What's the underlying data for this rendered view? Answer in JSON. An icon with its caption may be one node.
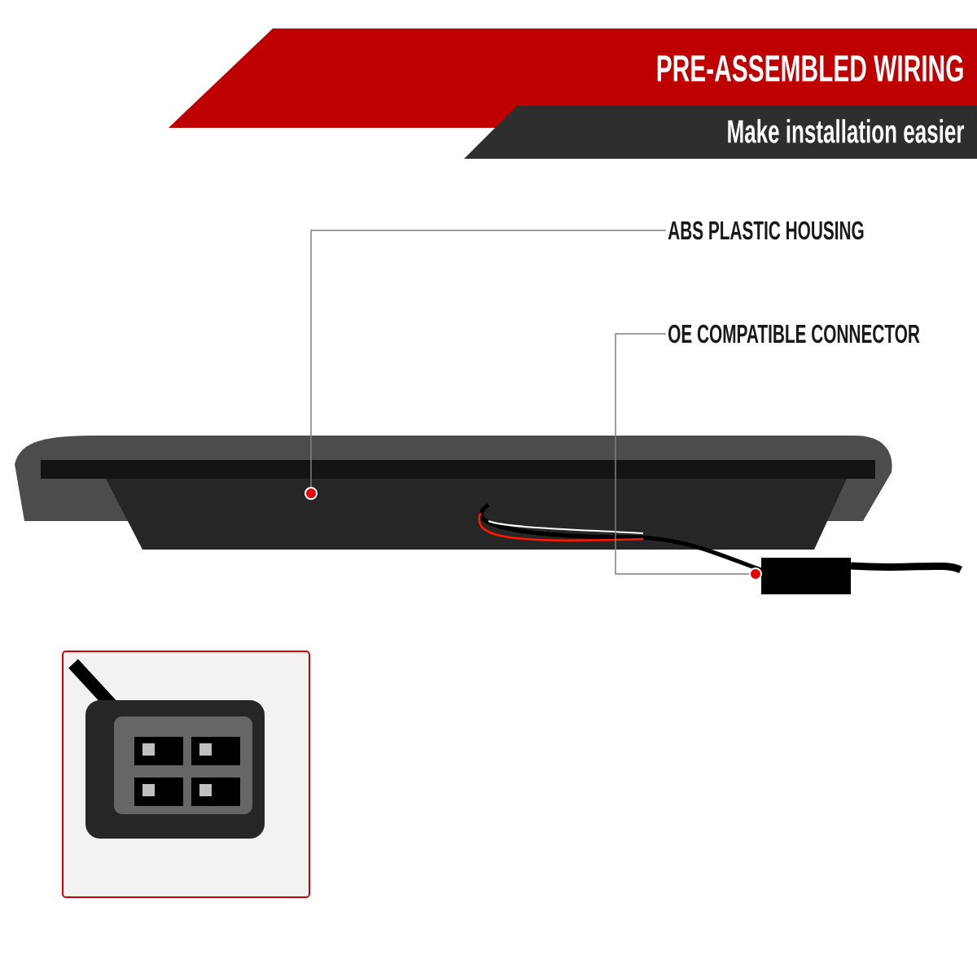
{
  "diagram": {
    "title": "PRE-ASSEMBLED WIRING",
    "nodes": [
      {
        "text": [
          "ABS PLASTIC HOUSING"
        ]
      },
      {
        "text": [],
        "shape": "circle"
      },
      {
        "text": [
          "OE COMPATIBLE CONNECTOR"
        ]
      },
      {
        "text": [],
        "shape": "circle"
      }
    ],
    "edges": [
      {
        "from": 0,
        "to": 1,
        "arrow": "none"
      },
      {
        "from": 2,
        "to": 3,
        "arrow": "none"
      }
    ],
    "labels": [
      "Make installation easier"
    ]
  }
}
